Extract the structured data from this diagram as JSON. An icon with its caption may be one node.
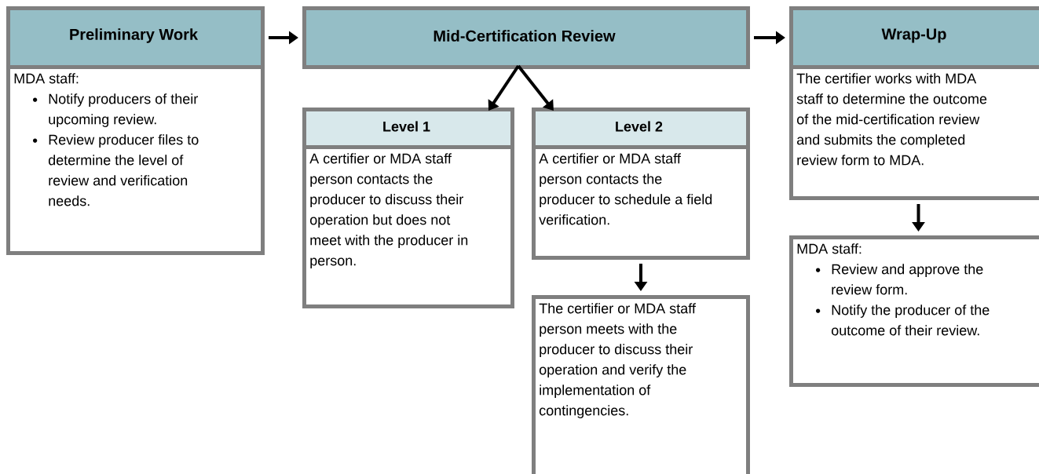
{
  "diagram": {
    "nodes": [
      {
        "text": [
          "Preliminary Work"
        ]
      },
      {
        "text": [
          "MDA staff:",
          "Notify producers of their upcoming review.",
          "Review producer files to determine the level of review and verification needs."
        ]
      },
      {
        "text": [
          "Mid-Certification Review"
        ]
      },
      {
        "text": [
          "Level 1"
        ]
      },
      {
        "text": [
          "A certifier or MDA staff person contacts the producer to discuss their operation but does not meet with the producer in person."
        ]
      },
      {
        "text": [
          "Level 2"
        ]
      },
      {
        "text": [
          "A certifier or MDA staff person contacts the producer to schedule a field verification."
        ]
      },
      {
        "text": [
          "The certifier or MDA staff person meets with the producer to discuss their operation and verify the implementation of contingencies."
        ]
      },
      {
        "text": [
          "Wrap-Up"
        ]
      },
      {
        "text": [
          "The certifier works with MDA staff to determine the outcome of the mid-certification review and submits the completed review form to MDA."
        ]
      },
      {
        "text": [
          "MDA staff:",
          "Review and approve the review form.",
          "Notify the producer of the outcome of their review."
        ]
      }
    ],
    "edges": [
      {
        "from": 0,
        "to": 2,
        "arrow": "to"
      },
      {
        "from": 2,
        "to": 8,
        "arrow": "to"
      },
      {
        "from": 2,
        "to": 3,
        "arrow": "to"
      },
      {
        "from": 2,
        "to": 5,
        "arrow": "to"
      },
      {
        "from": 6,
        "to": 7,
        "arrow": "to"
      },
      {
        "from": 9,
        "to": 10,
        "arrow": "to"
      }
    ]
  }
}
